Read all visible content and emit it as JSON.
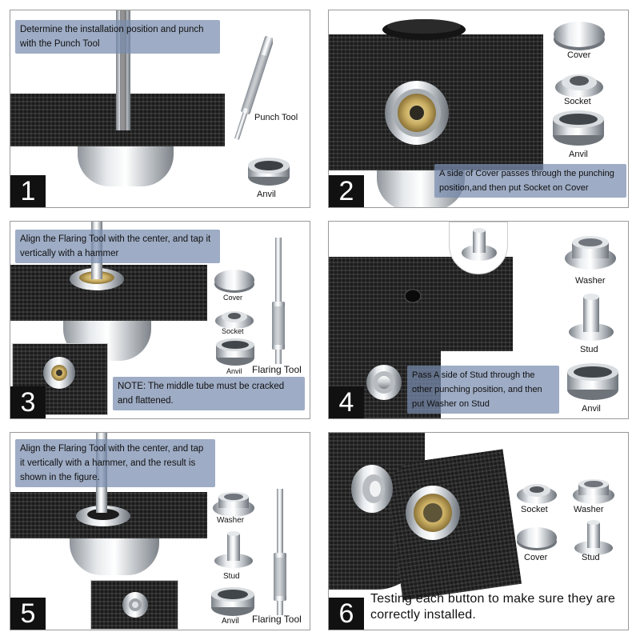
{
  "steps": [
    {
      "number": "1",
      "note": "Determine the installation position and punch with the Punch Tool",
      "labels": {
        "punch_tool": "Punch Tool",
        "anvil": "Anvil"
      }
    },
    {
      "number": "2",
      "note": "A side of Cover passes through the punching position,and then put Socket on Cover",
      "labels": {
        "cover": "Cover",
        "socket": "Socket",
        "anvil": "Anvil"
      }
    },
    {
      "number": "3",
      "note": "Align the Flaring Tool with the center, and tap it vertically with a hammer",
      "note2": "NOTE: The middle tube must be cracked and flattened.",
      "labels": {
        "cover": "Cover",
        "socket": "Socket",
        "anvil": "Anvil",
        "flaring_tool": "Flaring Tool"
      }
    },
    {
      "number": "4",
      "note": "Pass A side of Stud through the other punching position, and then put Washer on Stud",
      "labels": {
        "washer": "Washer",
        "stud": "Stud",
        "anvil": "Anvil"
      }
    },
    {
      "number": "5",
      "note": "Align the Flaring Tool with the center, and tap it vertically with a hammer, and the result is shown in the figure.",
      "labels": {
        "washer": "Washer",
        "stud": "Stud",
        "anvil": "Anvil",
        "flaring_tool": "Flaring Tool"
      }
    },
    {
      "number": "6",
      "note": "Testing each button to make sure they are correctly installed.",
      "labels": {
        "socket": "Socket",
        "washer": "Washer",
        "cover": "Cover",
        "stud": "Stud"
      }
    }
  ]
}
